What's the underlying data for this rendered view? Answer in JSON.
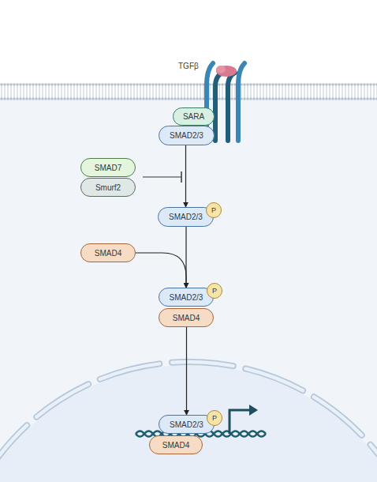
{
  "diagram": {
    "nodes": [
      {
        "text": [
          "SARA"
        ]
      },
      {
        "text": [
          "SMAD2/3"
        ]
      },
      {
        "text": [
          "SMAD7"
        ]
      },
      {
        "text": [
          "Smurf2"
        ]
      },
      {
        "text": [
          "SMAD2/3"
        ]
      },
      {
        "text": [
          "P"
        ],
        "in": 4
      },
      {
        "text": [
          "SMAD4"
        ]
      },
      {
        "text": [
          "SMAD2/3"
        ]
      },
      {
        "text": [
          "P"
        ],
        "in": 7
      },
      {
        "text": [
          "SMAD4"
        ]
      },
      {
        "text": [
          "SMAD2/3"
        ]
      },
      {
        "text": [
          "P"
        ],
        "in": 10
      },
      {
        "text": [
          "SMAD4"
        ]
      }
    ],
    "edges": [
      {
        "from": 1,
        "to": 4,
        "arrow": "to"
      },
      {
        "from": 4,
        "to": 7,
        "arrow": "to"
      },
      {
        "from": 6,
        "to": 7,
        "arrow": "to"
      },
      {
        "from": 9,
        "to": 10,
        "arrow": "to"
      }
    ],
    "labels": [
      "TGFβ"
    ]
  }
}
